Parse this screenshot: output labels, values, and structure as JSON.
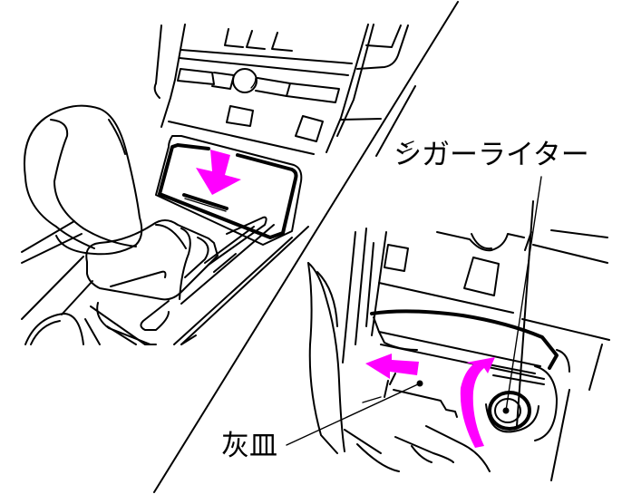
{
  "figure": {
    "description": "Two-panel instruction illustration of a car center console: left panel shows pressing the ashtray lid down; right panel shows the open ashtray being pulled out and the cigarette lighter lid flipped up.",
    "arrow_color": "#ff00ff",
    "line_color": "#000000",
    "background_color": "#ffffff"
  },
  "labels": {
    "cigarette_lighter": "シガーライター",
    "ashtray": "灰皿"
  },
  "panels": [
    {
      "id": "left",
      "content": "center console with shift knob; ashtray lid with downward press arrow"
    },
    {
      "id": "right",
      "content": "opened ashtray with pull-out arrow; cigarette lighter socket with flip-up arrow"
    }
  ]
}
